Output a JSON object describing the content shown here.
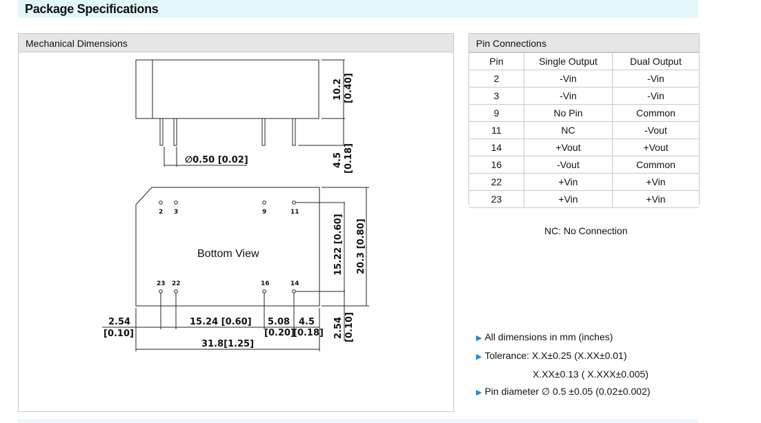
{
  "title": "Package Specifications",
  "mechanical": {
    "heading": "Mechanical Dimensions",
    "bottom_view": "Bottom View",
    "side": {
      "height_mm": "10.2",
      "height_in": "[0.40]",
      "pin_len_mm": "4.5",
      "pin_len_in": "[0.18]",
      "pin_dia": "∅0.50 [0.02]"
    },
    "pin_labels_top": [
      "2",
      "3",
      "9",
      "11"
    ],
    "pin_labels_bottom": [
      "23",
      "22",
      "16",
      "14"
    ],
    "dims": {
      "row_spacing": "15.22 [0.60]",
      "width": "20.3 [0.80]",
      "edge_mm": "2.54",
      "edge_in": "[0.10]",
      "pitch": "15.24 [0.60]",
      "d508_mm": "5.08",
      "d508_in": "[0.20]",
      "d45_mm": "4.5",
      "d45_in": "[0.18]",
      "length": "31.8[1.25]",
      "v_edge_mm": "2.54",
      "v_edge_in": "[0.10]"
    }
  },
  "pins": {
    "heading": "Pin Connections",
    "columns": [
      "Pin",
      "Single Output",
      "Dual Output"
    ],
    "rows": [
      [
        "2",
        "-Vin",
        "-Vin"
      ],
      [
        "3",
        "-Vin",
        "-Vin"
      ],
      [
        "9",
        "No Pin",
        "Common"
      ],
      [
        "11",
        "NC",
        "-Vout"
      ],
      [
        "14",
        "+Vout",
        "+Vout"
      ],
      [
        "16",
        "-Vout",
        "Common"
      ],
      [
        "22",
        "+Vin",
        "+Vin"
      ],
      [
        "23",
        "+Vin",
        "+Vin"
      ]
    ]
  },
  "nc_note": "NC: No Connection",
  "notes": [
    "All dimensions in mm (inches)",
    "Tolerance: X.X±0.25 (X.XX±0.01)",
    "X.XX±0.13 ( X.XXX±0.005)",
    "Pin diameter ∅ 0.5 ±0.05 (0.02±0.002)"
  ],
  "colors": {
    "accent": "#1b8be0",
    "title_bg": "#e2f8fd"
  }
}
